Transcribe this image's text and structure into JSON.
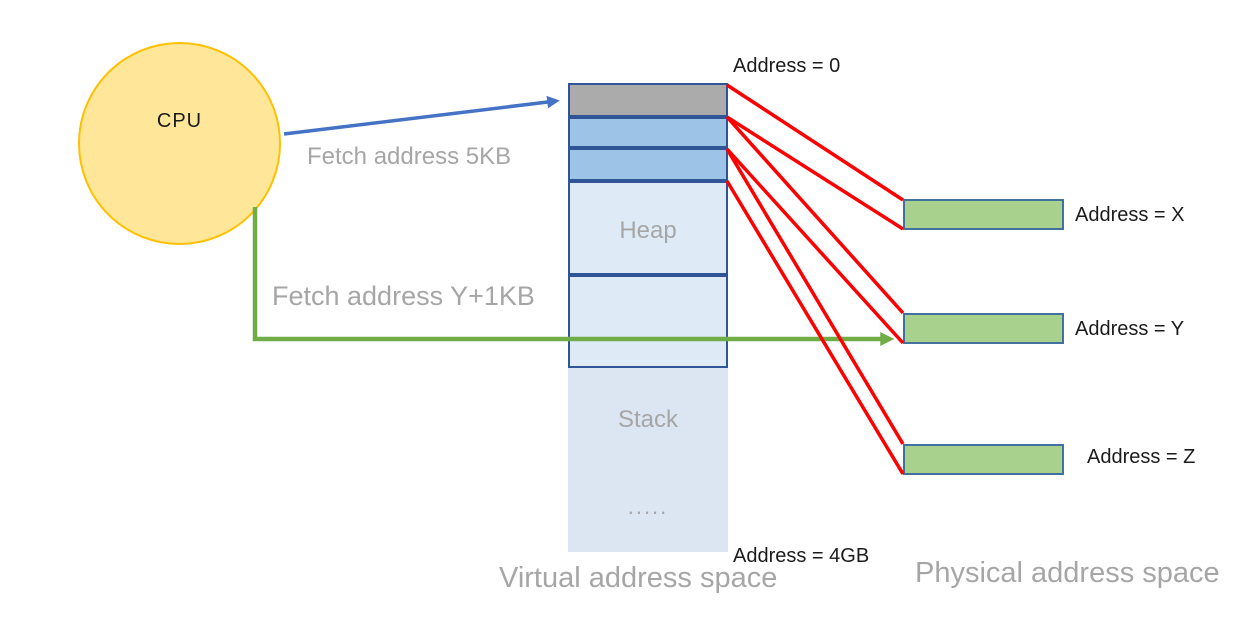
{
  "diagram": {
    "cpu": {
      "label": "CPU"
    },
    "fetch_blue": {
      "label": "Fetch address 5KB",
      "color": "#4472C4"
    },
    "fetch_green": {
      "label": "Fetch address Y+1KB",
      "color": "#70AD47"
    },
    "virtual_space": {
      "caption": "Virtual address space",
      "address_top": "Address = 0",
      "address_bottom": "Address = 4GB",
      "heap_label": "Heap",
      "stack_label": "Stack",
      "ellipsis_label": ".....",
      "segment_colors": {
        "mapped_page_gray": "#ABABAB",
        "mapped_page_blue": "#9DC3E6",
        "region_light_blue": "#DEEBF7",
        "tail_light_blue": "#DBE6F2",
        "border": "#2F5597"
      }
    },
    "physical_space": {
      "caption": "Physical address space",
      "frames": [
        {
          "label": "Address = X"
        },
        {
          "label": "Address = Y"
        },
        {
          "label": "Address = Z"
        }
      ],
      "frame_fill": "#A9D18E",
      "frame_border": "#41719C"
    },
    "mapping_line_color": "#FF0000",
    "label_gray": "#A6A6A6"
  }
}
